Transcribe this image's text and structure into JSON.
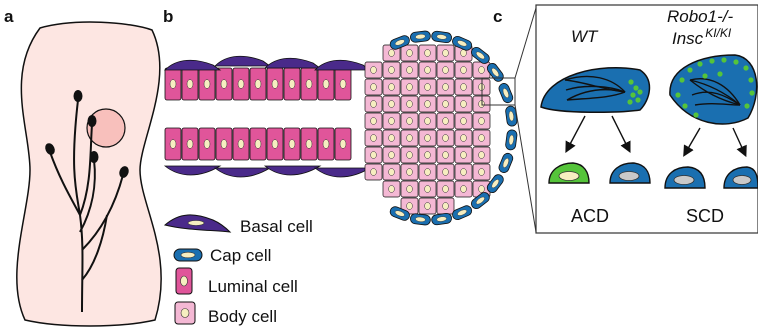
{
  "panels": {
    "a": {
      "label": "a"
    },
    "b": {
      "label": "b"
    },
    "c": {
      "label": "c"
    }
  },
  "legend": [
    {
      "icon": "basal-cell-icon",
      "label": "Basal cell"
    },
    {
      "icon": "cap-cell-icon",
      "label": "Cap cell"
    },
    {
      "icon": "luminal-cell-icon",
      "label": "Luminal cell"
    },
    {
      "icon": "body-cell-icon",
      "label": "Body cell"
    }
  ],
  "panel_c": {
    "left_title": "WT",
    "right_title_line1": "Robo1-/-",
    "right_title_line2": "Insc",
    "right_title_sup": "KI/KI",
    "left_label": "ACD",
    "right_label": "SCD"
  },
  "colors": {
    "basal": "#4a2a8a",
    "cap": "#1a6fb0",
    "luminal": "#e0559a",
    "body": "#f4b8d4",
    "nucleus": "#f6eec0",
    "green": "#55c43a",
    "gland_bg": "#fde6e2",
    "end_bud": "#f8c6c0",
    "grey_nucleus": "#c9c9c9"
  }
}
